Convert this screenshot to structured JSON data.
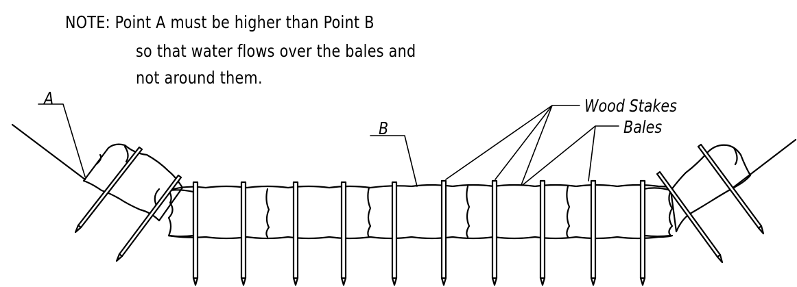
{
  "note": {
    "line1": "NOTE: Point A must be higher than Point B",
    "line2": "so that water flows over the bales and",
    "line3": "not around them."
  },
  "labels": {
    "point_a": "A",
    "point_b": "B",
    "wood_stakes": "Wood Stakes",
    "bales": "Bales"
  }
}
